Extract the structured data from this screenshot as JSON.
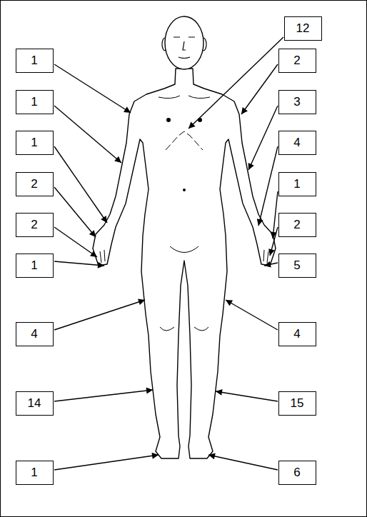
{
  "diagram": {
    "nodes": [
      {
        "text": [
          "12"
        ]
      },
      {
        "text": [
          "1"
        ]
      },
      {
        "text": [
          "2"
        ]
      },
      {
        "text": [
          "1"
        ]
      },
      {
        "text": [
          "3"
        ]
      },
      {
        "text": [
          "1"
        ]
      },
      {
        "text": [
          "4"
        ]
      },
      {
        "text": [
          "2"
        ]
      },
      {
        "text": [
          "1"
        ]
      },
      {
        "text": [
          "2"
        ]
      },
      {
        "text": [
          "2"
        ]
      },
      {
        "text": [
          "1"
        ]
      },
      {
        "text": [
          "5"
        ]
      },
      {
        "text": [
          "4"
        ]
      },
      {
        "text": [
          "4"
        ]
      },
      {
        "text": [
          "14"
        ]
      },
      {
        "text": [
          "15"
        ]
      },
      {
        "text": [
          "1"
        ]
      },
      {
        "text": [
          "6"
        ]
      }
    ]
  }
}
